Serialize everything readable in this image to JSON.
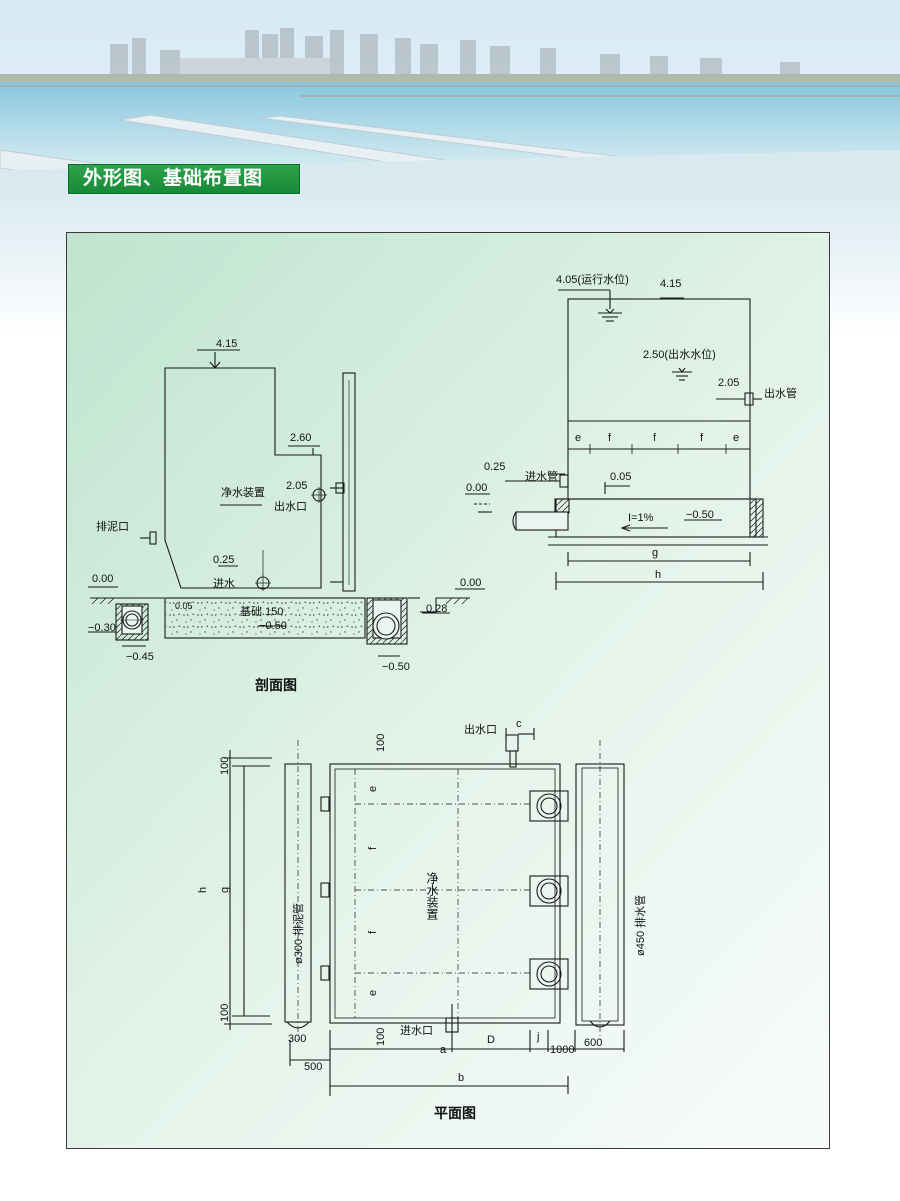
{
  "header": {
    "title": "外形图、基础布置图"
  },
  "colors": {
    "accent_green": "#1f9a44",
    "panel_top": "#bfe4cf",
    "panel_bottom": "#f6fbf8",
    "line": "#1a1a1a"
  },
  "section": {
    "caption": "剖面图",
    "labels": {
      "top_elev": "4.15",
      "step_elev": "2.60",
      "outlet_elev": "2.05",
      "outlet_label": "出水口",
      "device": "净水装置",
      "sludge": "排泥口",
      "inlet_elev": "0.25",
      "inlet_label": "进水",
      "ground_left": "0.00",
      "ground_right": "0.00",
      "base_note": "0.05",
      "base_label": "基础 150",
      "base_elev": "−0.50",
      "pit_left": "−0.30",
      "pit_left_bottom": "−0.45",
      "pit_right_bottom": "−0.50",
      "step_right": "0.28"
    }
  },
  "elevation": {
    "labels": {
      "water_level": "4.05(运行水位)",
      "top": "4.15",
      "outlet_level": "2.50(出水水位)",
      "outlet_pipe_elev": "2.05",
      "outlet_pipe": "出水管",
      "dims": [
        "e",
        "f",
        "f",
        "f",
        "e"
      ],
      "inlet_elev": "0.25",
      "inlet_pipe": "进水管",
      "inlet_level": "0.05",
      "ground": "0.00",
      "slope": "I=1%",
      "trench_elev": "−0.50",
      "g": "g",
      "h": "h"
    }
  },
  "plan": {
    "caption": "平面图",
    "labels": {
      "outlet": "出水口",
      "c": "c",
      "dim_100_top": "100",
      "dim_100_a": "100",
      "dim_100_b": "100",
      "dim_100_bottom": "100",
      "h": "h",
      "g": "g",
      "e1": "e",
      "f1": "f",
      "f2": "f",
      "e2": "e",
      "device": "净水装置",
      "sludge_pipe": "ø300 排泥管",
      "drain_pipe": "ø450 排水管",
      "inlet": "进水口",
      "dim_300": "300",
      "a": "a",
      "D": "D",
      "j": "j",
      "dim_1000": "1000",
      "dim_600": "600",
      "dim_500": "500",
      "b": "b"
    }
  }
}
